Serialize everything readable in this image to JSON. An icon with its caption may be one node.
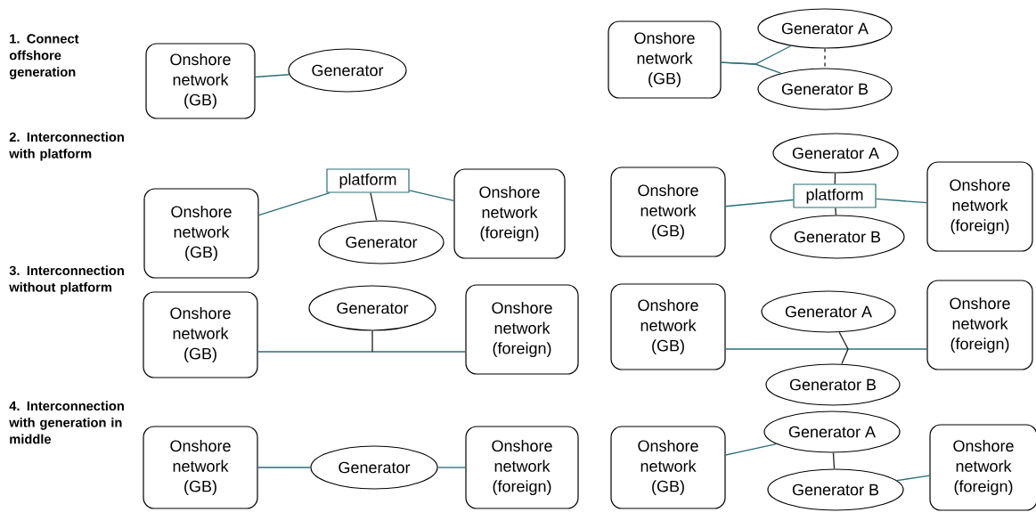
{
  "diagram": {
    "nodes": [
      {
        "text": [
          "Onshore network (GB)"
        ]
      },
      {
        "text": [
          "Generator"
        ]
      },
      {
        "text": [
          "Onshore network (GB)"
        ]
      },
      {
        "text": [
          "Generator A"
        ]
      },
      {
        "text": [
          "Generator B"
        ]
      },
      {
        "text": [
          "Onshore network (GB)"
        ]
      },
      {
        "text": [
          "platform"
        ]
      },
      {
        "text": [
          "Generator"
        ]
      },
      {
        "text": [
          "Onshore network (foreign)"
        ]
      },
      {
        "text": [
          "Onshore network (GB)"
        ]
      },
      {
        "text": [
          "Generator A"
        ]
      },
      {
        "text": [
          "platform"
        ]
      },
      {
        "text": [
          "Generator B"
        ]
      },
      {
        "text": [
          "Onshore network (foreign)"
        ]
      },
      {
        "text": [
          "Onshore network (GB)"
        ]
      },
      {
        "text": [
          "Generator"
        ]
      },
      {
        "text": [
          "Onshore network (foreign)"
        ]
      },
      {
        "text": [
          "Onshore network (GB)"
        ]
      },
      {
        "text": [
          "Generator A"
        ]
      },
      {
        "text": [
          "Generator B"
        ]
      },
      {
        "text": [
          "Onshore network (foreign)"
        ]
      },
      {
        "text": [
          "Onshore network (GB)"
        ]
      },
      {
        "text": [
          "Generator"
        ]
      },
      {
        "text": [
          "Onshore network (foreign)"
        ]
      },
      {
        "text": [
          "Onshore network (GB)"
        ]
      },
      {
        "text": [
          "Generator A"
        ]
      },
      {
        "text": [
          "Generator B"
        ]
      },
      {
        "text": [
          "Onshore network (foreign)"
        ]
      }
    ],
    "edges": [
      {
        "from": 0,
        "to": 1,
        "arrow": "none"
      },
      {
        "from": 2,
        "to": 3,
        "arrow": "none"
      },
      {
        "from": 2,
        "to": 4,
        "arrow": "none"
      },
      {
        "from": 3,
        "to": 4,
        "arrow": "none",
        "style": "dashed",
        "color": "#222222"
      },
      {
        "from": 5,
        "to": 6,
        "arrow": "none"
      },
      {
        "from": 6,
        "to": 8,
        "arrow": "none"
      },
      {
        "from": 6,
        "to": 7,
        "arrow": "none",
        "color": "#222222"
      },
      {
        "from": 9,
        "to": 11,
        "arrow": "none"
      },
      {
        "from": 11,
        "to": 13,
        "arrow": "none"
      },
      {
        "from": 10,
        "to": 11,
        "arrow": "none",
        "color": "#222222"
      },
      {
        "from": 11,
        "to": 12,
        "arrow": "none",
        "color": "#222222"
      },
      {
        "from": 14,
        "to": 16,
        "arrow": "none"
      },
      {
        "from": 15,
        "to": null,
        "arrow": "none",
        "color": "#222222"
      },
      {
        "from": 17,
        "to": 20,
        "arrow": "none"
      },
      {
        "from": 18,
        "to": 19,
        "arrow": "none",
        "color": "#222222"
      },
      {
        "from": 21,
        "to": 22,
        "arrow": "none"
      },
      {
        "from": 22,
        "to": 23,
        "arrow": "none"
      },
      {
        "from": 24,
        "to": 25,
        "arrow": "none"
      },
      {
        "from": 25,
        "to": 26,
        "arrow": "none",
        "color": "#222222"
      },
      {
        "from": 26,
        "to": 27,
        "arrow": "none"
      }
    ],
    "labels": [
      "1. Connect offshore generation",
      "2. Interconnection with platform",
      "3. Interconnection without platform",
      "4. Interconnection with generation in middle"
    ]
  }
}
